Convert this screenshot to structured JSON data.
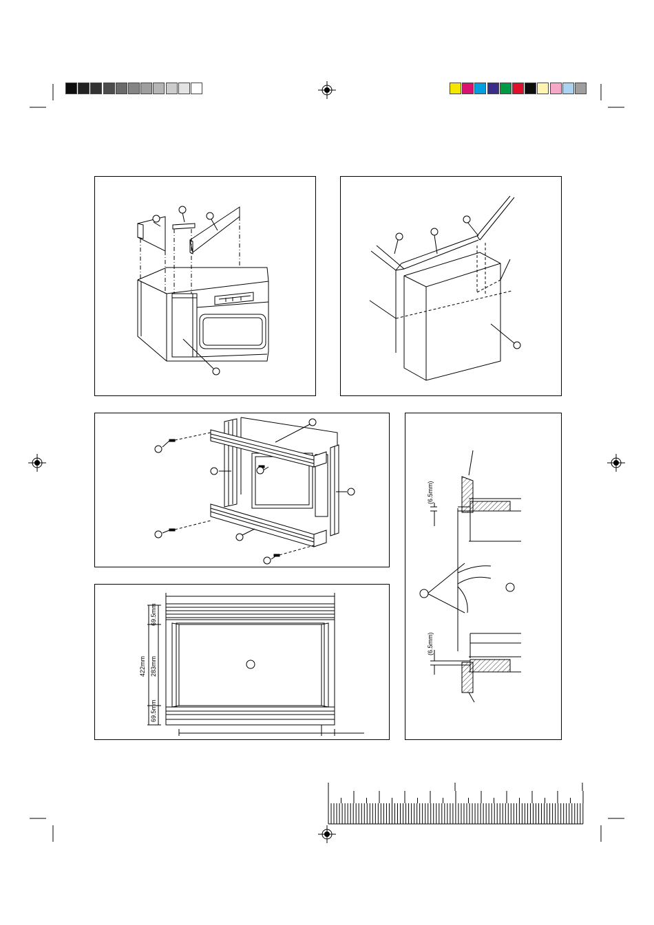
{
  "registration": {
    "gray_swatches": [
      "#0d0d0d",
      "#232323",
      "#333333",
      "#4d4d4d",
      "#6b6b6b",
      "#858585",
      "#9e9e9e",
      "#b5b5b5",
      "#cccccc",
      "#e3e3e3",
      "#ffffff"
    ],
    "color_swatches": [
      "#f5e600",
      "#d8126e",
      "#00a0e0",
      "#3a2e8c",
      "#009a44",
      "#e0102c",
      "#0d0d0d",
      "#fff3b0",
      "#f4a9c8",
      "#a9d3f0",
      "#9e9e9e"
    ]
  },
  "figure5": {
    "dims": {
      "total_height": "422mm",
      "opening_height": "283mm",
      "top_rail": "69.5mm",
      "bottom_rail": "69.5mm"
    }
  },
  "figure6": {
    "gap_top": "(6.5mm)",
    "gap_bottom": "(6.5mm)"
  }
}
